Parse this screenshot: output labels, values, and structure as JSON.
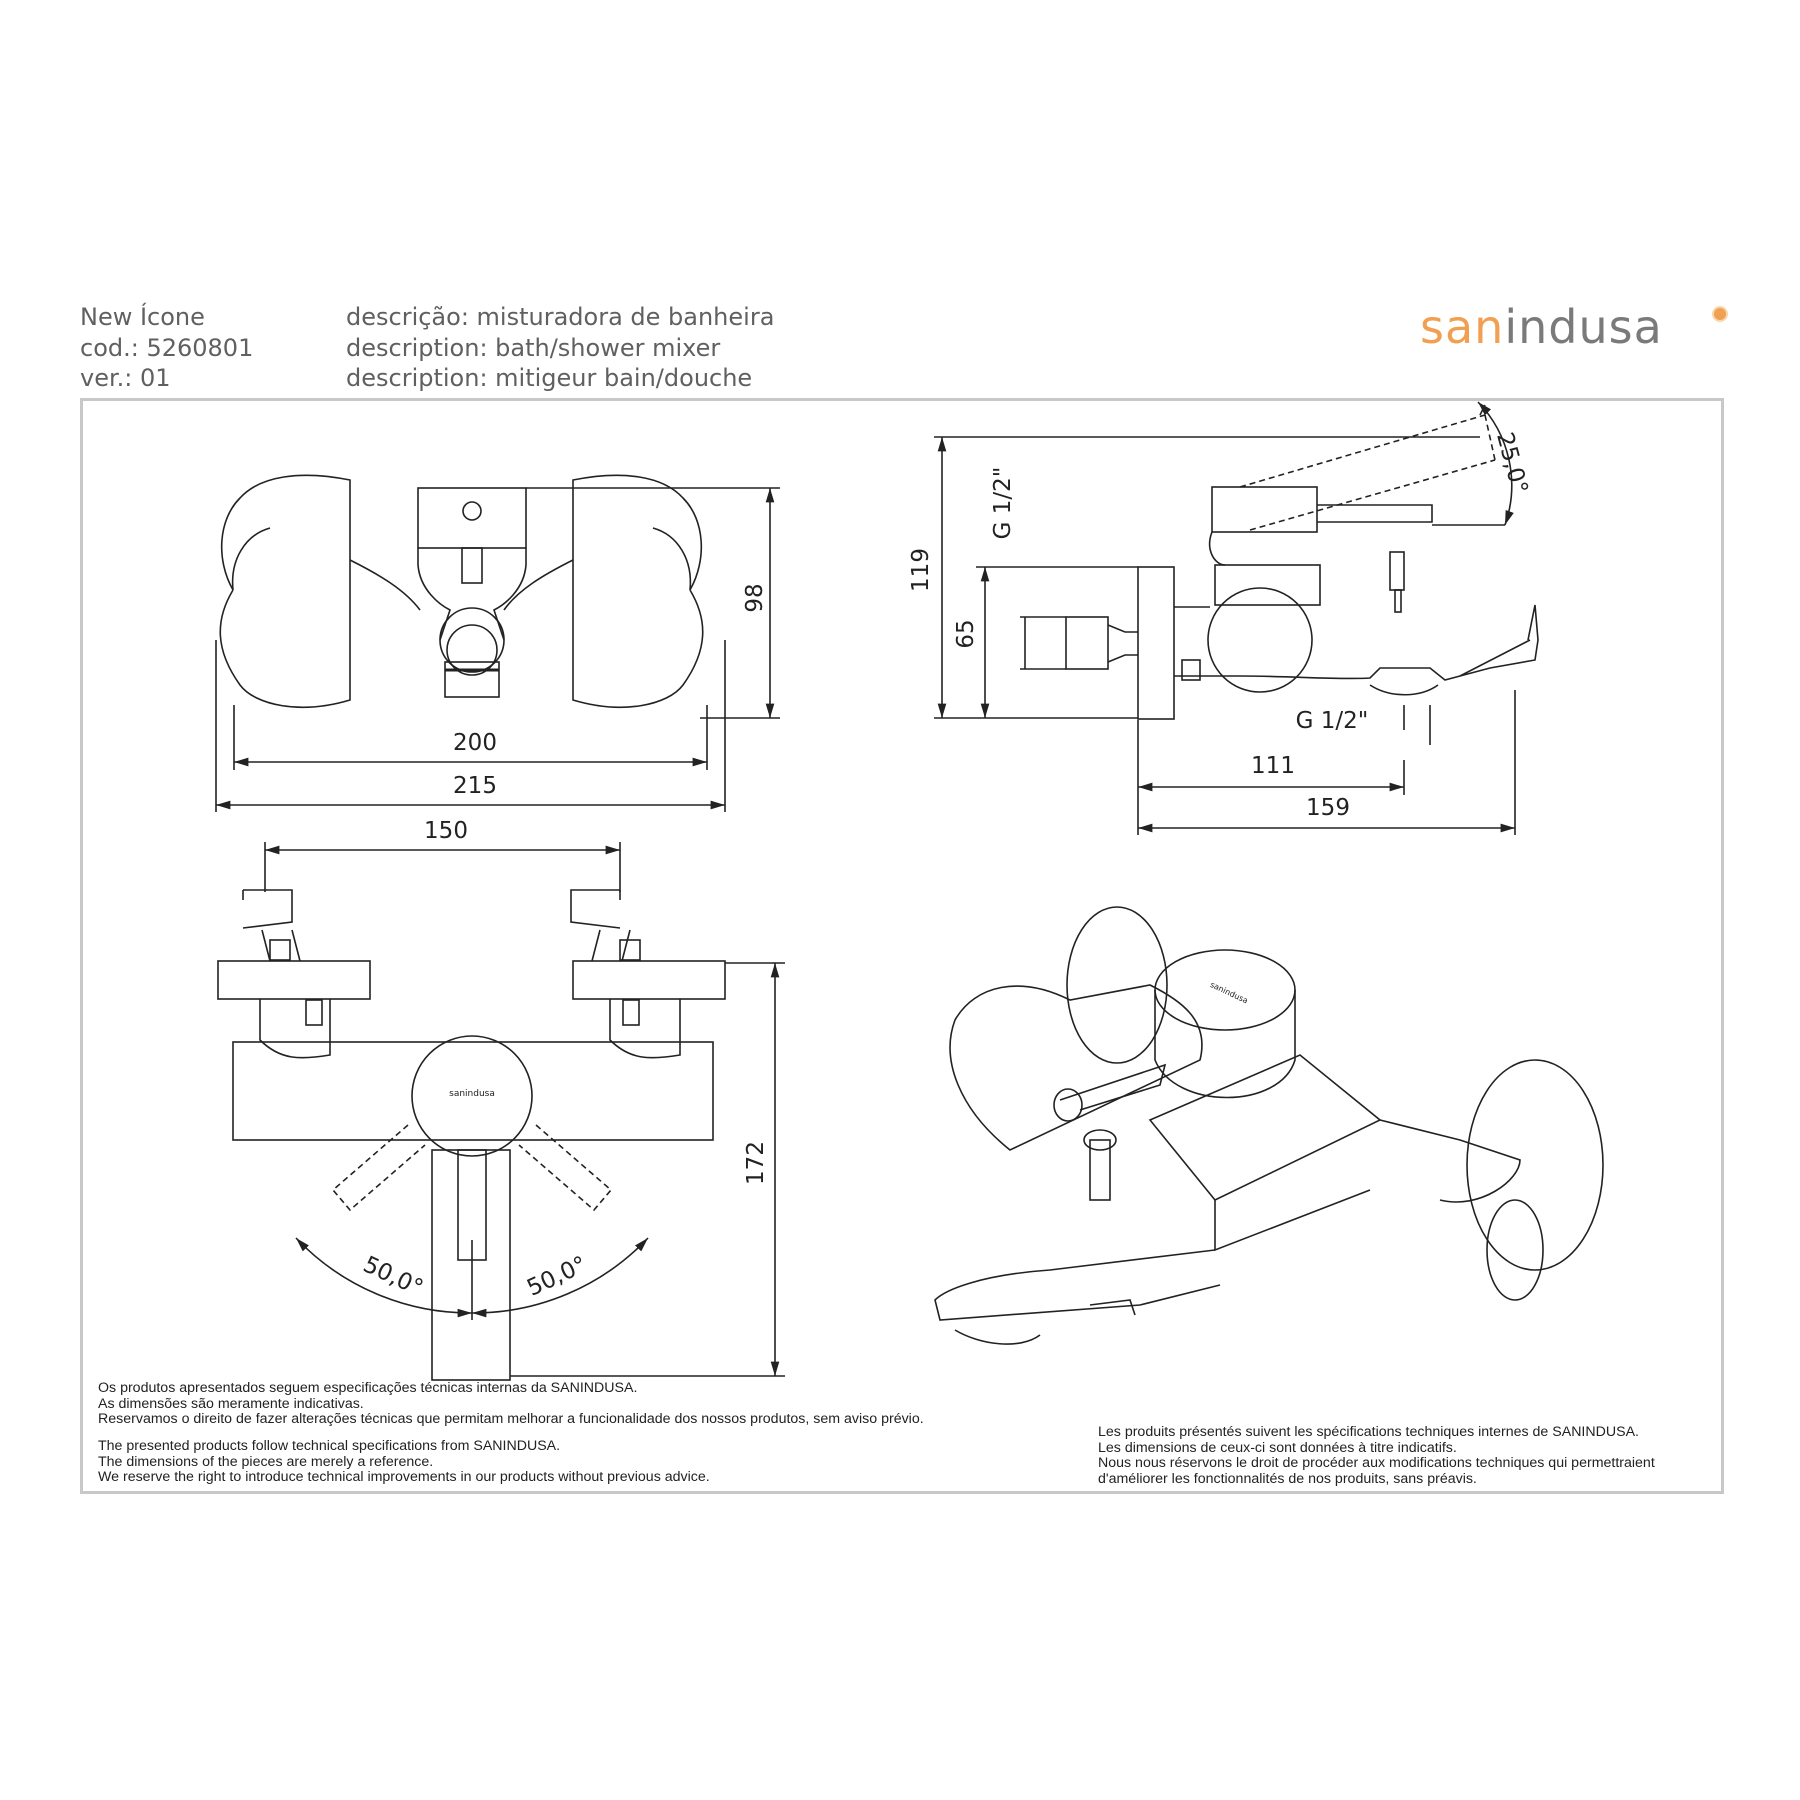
{
  "header": {
    "product_name": "New Ícone",
    "code": "cod.: 5260801",
    "version": "ver.: 01",
    "desc_pt": "descrição: misturadora de banheira",
    "desc_en": "description: bath/shower mixer",
    "desc_fr": "description: mitigeur bain/douche"
  },
  "logo": {
    "part1": "san",
    "part2": "indusa"
  },
  "dimensions": {
    "top_width_inner": "200",
    "top_width_outer": "215",
    "top_height": "98",
    "side_height_total": "119",
    "side_height_inlet": "65",
    "thread_top": "G 1/2\"",
    "thread_bottom": "G 1/2\"",
    "side_depth_outlet": "111",
    "side_depth_total": "159",
    "lever_angle": "25,0°",
    "front_spacing": "150",
    "front_height": "172",
    "rot_left": "50,0°",
    "rot_right": "50,0°",
    "front_brand": "sanindusa",
    "iso_brand": "sanindusa"
  },
  "notes": {
    "pt": [
      "Os produtos apresentados seguem especificações técnicas internas da SANINDUSA.",
      "As dimensões são meramente indicativas.",
      "Reservamos o direito de fazer alterações técnicas que permitam melhorar a funcionalidade dos nossos produtos, sem aviso prévio."
    ],
    "en": [
      "The presented products follow technical specifications from SANINDUSA.",
      "The dimensions of the pieces are merely a reference.",
      "We reserve the right to introduce technical improvements in our products without previous advice."
    ],
    "fr": [
      "Les produits présentés suivent les spécifications techniques internes de SANINDUSA.",
      "Les dimensions de ceux-ci sont données à titre indicatifs.",
      "Nous nous réservons le droit de procéder aux modifications techniques qui permettraient",
      "d'améliorer les fonctionnalités de nos produits, sans préavis."
    ]
  },
  "colors": {
    "brand_orange": "#f0a050",
    "brand_grey": "#7a7a7a",
    "frame": "#c8c8c8",
    "line": "#222222"
  }
}
